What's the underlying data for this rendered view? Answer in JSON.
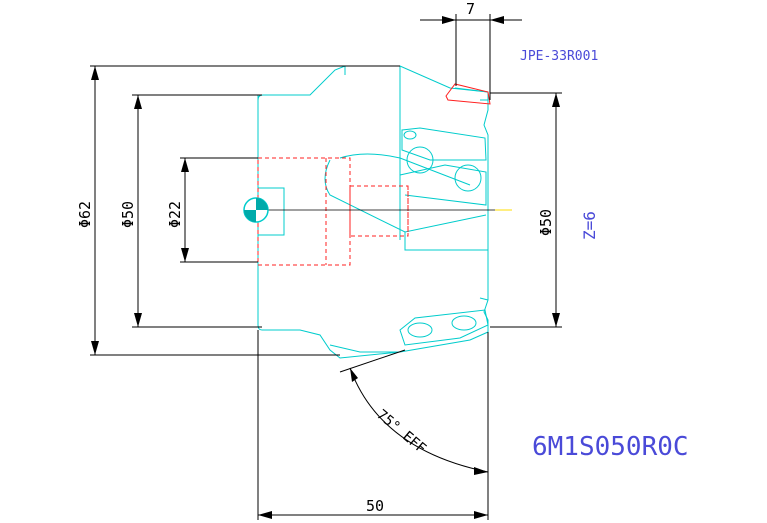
{
  "dimensions": {
    "d62": "Φ62",
    "d50_left": "Φ50",
    "d22": "Φ22",
    "d50_right": "Φ50",
    "width_7": "7",
    "length_50": "50",
    "angle": "75° EFF"
  },
  "labels": {
    "insert_code": "JPE-33R001",
    "teeth": "Z=6",
    "part_code": "6M1S050R0C"
  },
  "colors": {
    "body": "#00cccc",
    "hidden": "#ff2020",
    "text_blue": "#4a4ad8",
    "dimension": "#000000"
  }
}
